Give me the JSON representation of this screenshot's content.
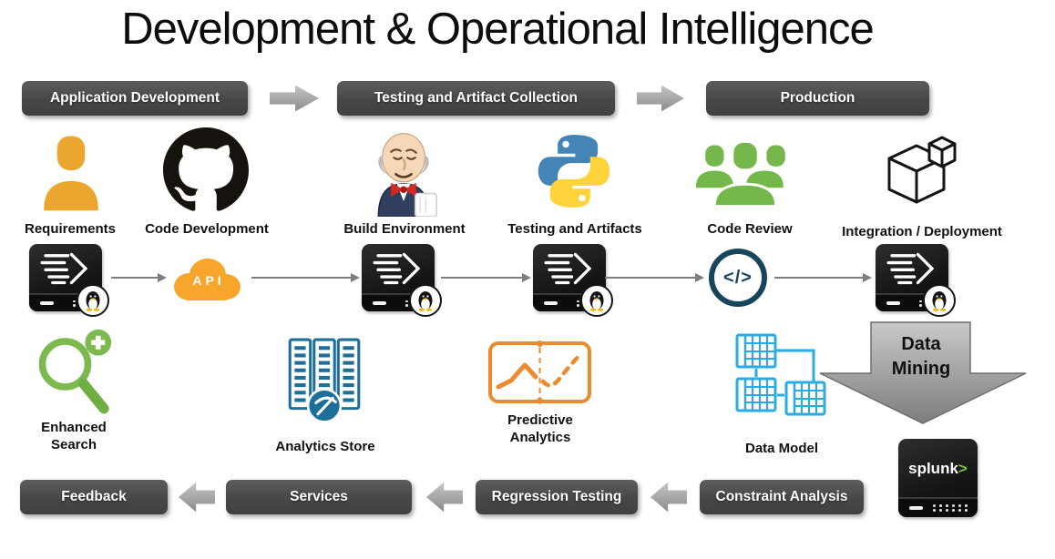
{
  "title": "Development & Operational Intelligence",
  "top_flow": {
    "banners": [
      {
        "label": "Application Development"
      },
      {
        "label": "Testing and Artifact Collection"
      },
      {
        "label": "Production"
      }
    ]
  },
  "stages": [
    {
      "label": "Requirements",
      "icon": "user-icon"
    },
    {
      "label": "Code Development",
      "icon": "github-octocat-icon"
    },
    {
      "label": "Build Environment",
      "icon": "jenkins-butler-icon"
    },
    {
      "label": "Testing and Artifacts",
      "icon": "python-icon"
    },
    {
      "label": "Code Review",
      "icon": "team-icon"
    },
    {
      "label": "Integration / Deployment",
      "icon": "package-cube-icon"
    }
  ],
  "pipeline": {
    "api_label": "API",
    "code_review_symbol": "</>",
    "server_icon": "linux-server-icon"
  },
  "analytics_row": {
    "enhanced_search": "Enhanced Search",
    "analytics_store": "Analytics Store",
    "predictive_analytics": "Predictive Analytics",
    "data_model": "Data Model",
    "data_mining": "Data Mining",
    "splunk_brand": "splunk",
    "splunk_chevron": ">"
  },
  "bottom_flow": {
    "banners": [
      {
        "label": "Feedback"
      },
      {
        "label": "Services"
      },
      {
        "label": "Regression Testing"
      },
      {
        "label": "Constraint Analysis"
      }
    ]
  },
  "colors": {
    "banner_gray": "#4a4a4a",
    "arrow_gray": "#a0a0a0",
    "requirements_orange": "#eaa62f",
    "api_orange": "#f7a62b",
    "review_green": "#74b74a",
    "search_green": "#7cb94e",
    "store_blue": "#1d6e98",
    "predictive_orange": "#ed8a2e",
    "data_model_cyan": "#29ace3",
    "review_ring_navy": "#16455c",
    "splunk_green": "#7cc142"
  }
}
